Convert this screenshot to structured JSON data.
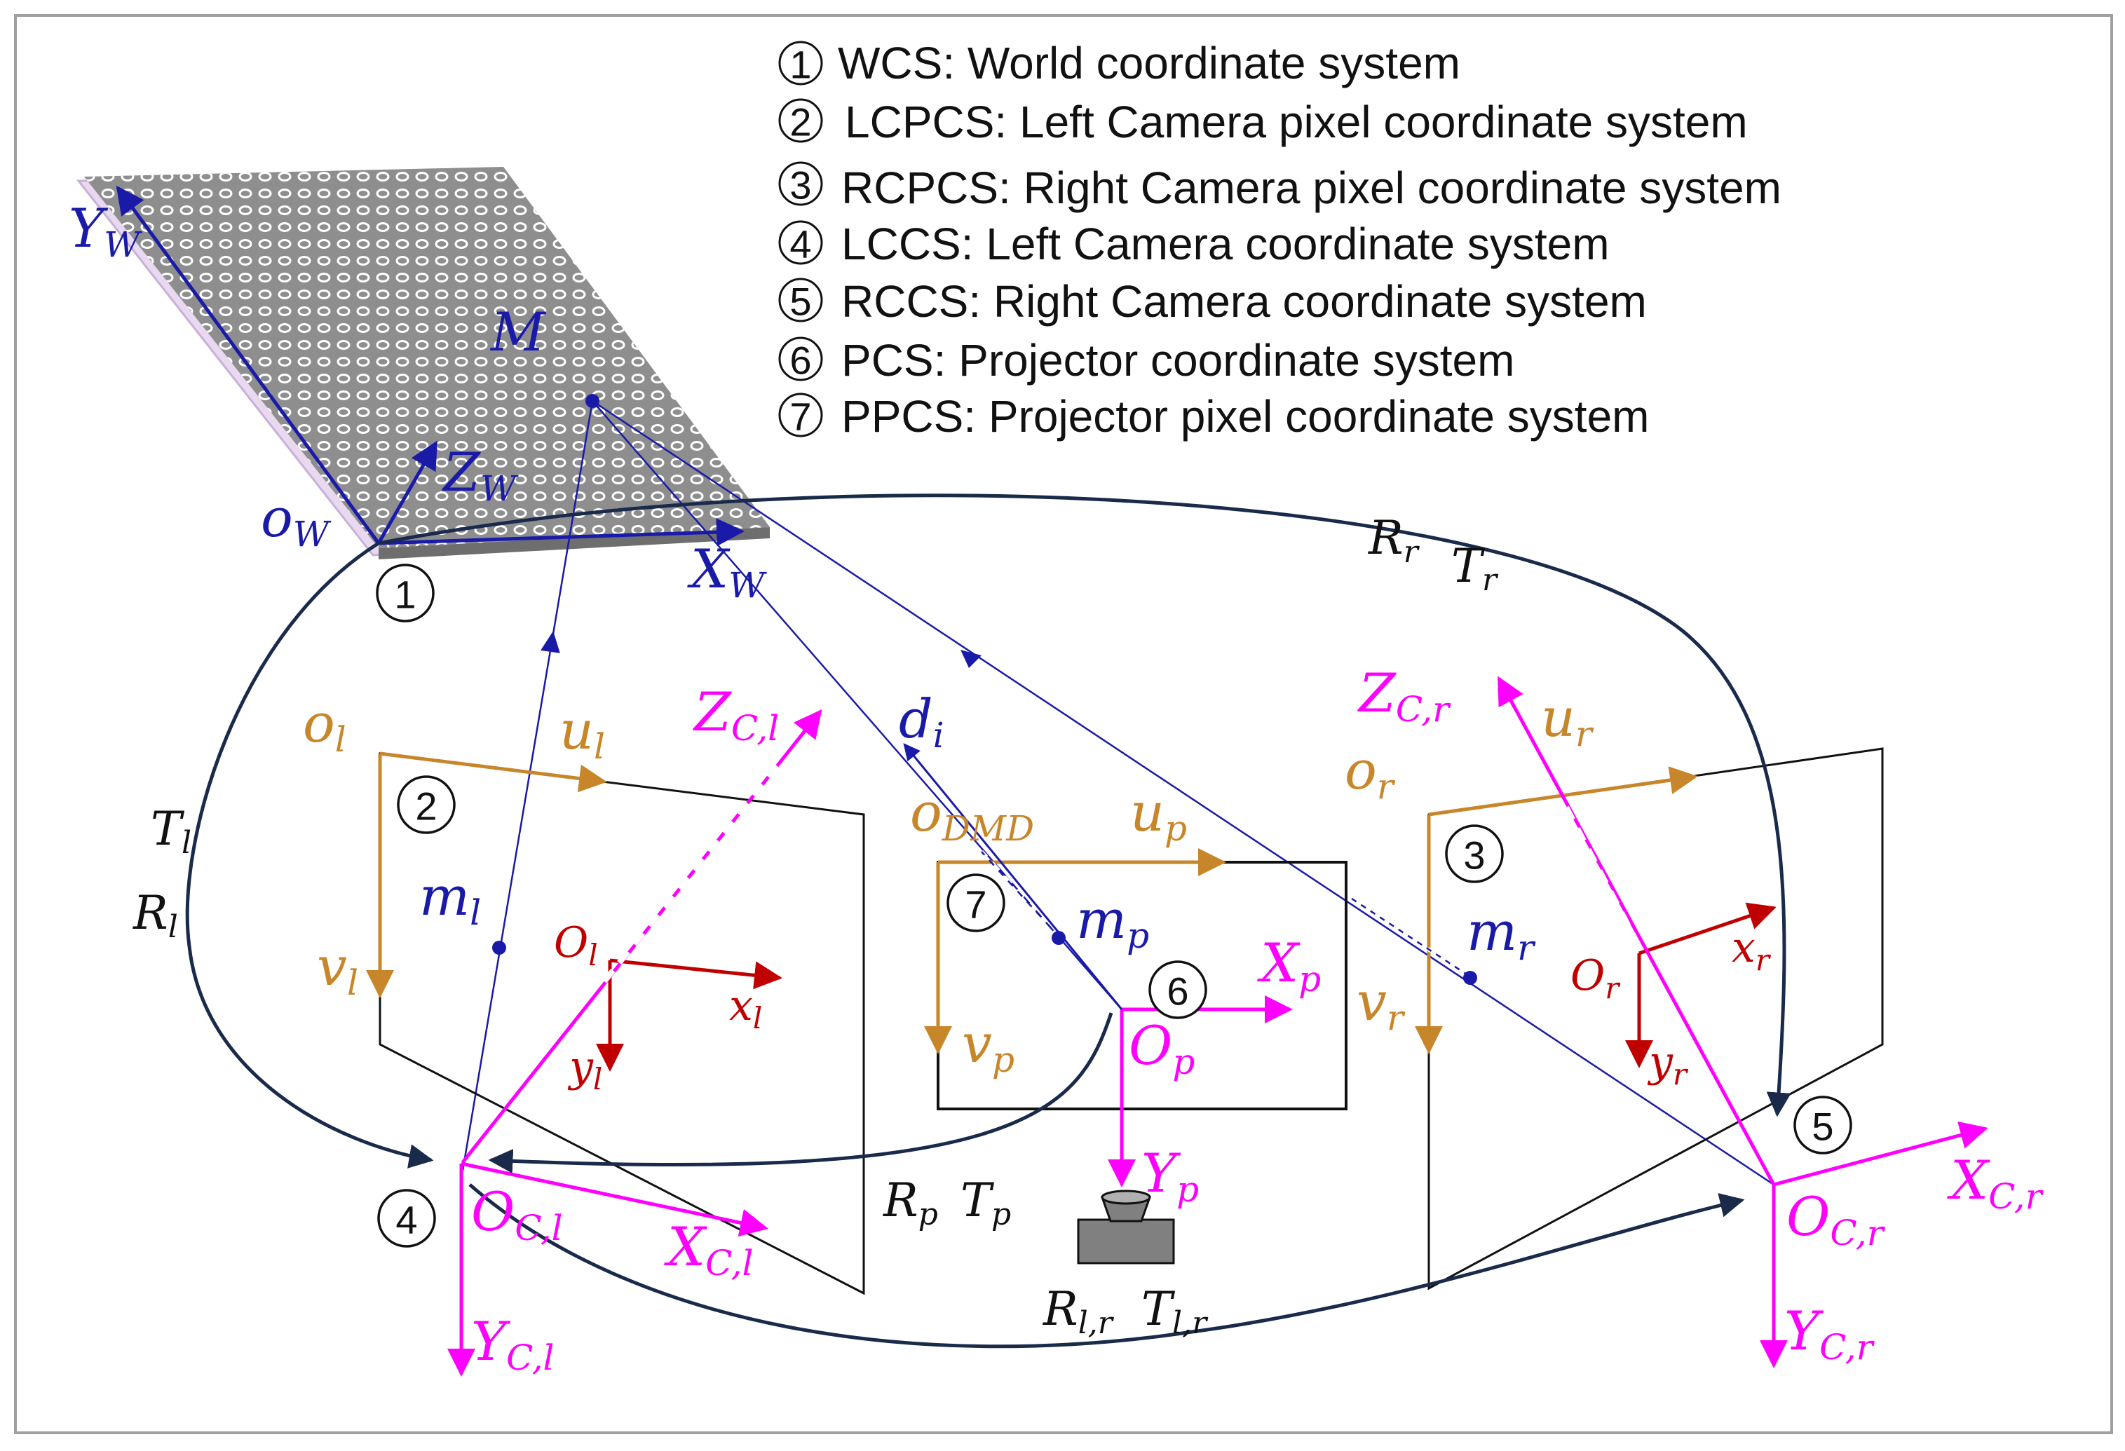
{
  "legend": [
    {
      "num": "1",
      "abbr": "WCS",
      "text": "World coordinate system"
    },
    {
      "num": "2",
      "abbr": "LCPCS",
      "text": "Left Camera pixel coordinate system"
    },
    {
      "num": "3",
      "abbr": "RCPCS",
      "text": "Right Camera pixel coordinate system"
    },
    {
      "num": "4",
      "abbr": "LCCS",
      "text": "Left Camera coordinate system"
    },
    {
      "num": "5",
      "abbr": "RCCS",
      "text": "Right Camera coordinate system"
    },
    {
      "num": "6",
      "abbr": "PCS",
      "text": "Projector coordinate system"
    },
    {
      "num": "7",
      "abbr": "PPCS",
      "text": "Projector pixel coordinate system"
    }
  ],
  "markers": [
    "1",
    "2",
    "3",
    "4",
    "5",
    "6",
    "7"
  ],
  "labels": {
    "world": {
      "Yw": "Y",
      "Yw_sub": "W",
      "Zw": "Z",
      "Zw_sub": "W",
      "Xw": "X",
      "Xw_sub": "W",
      "ow": "o",
      "ow_sub": "W",
      "M": "M"
    },
    "left_image": {
      "ol": "o",
      "ol_sub": "l",
      "ul": "u",
      "ul_sub": "l",
      "vl": "v",
      "vl_sub": "l",
      "ml": "m",
      "ml_sub": "l",
      "Ol": "O",
      "Ol_sub": "l",
      "xl": "x",
      "xl_sub": "l",
      "yl": "y",
      "yl_sub": "l"
    },
    "left_camera": {
      "ZCl": "Z",
      "ZCl_sub": "C,l",
      "OCl": "O",
      "OCl_sub": "C,l",
      "XCl": "X",
      "XCl_sub": "C,l",
      "YCl": "Y",
      "YCl_sub": "C,l"
    },
    "projector": {
      "oDMD": "o",
      "oDMD_sub": "DMD",
      "up": "u",
      "up_sub": "p",
      "vp": "v",
      "vp_sub": "p",
      "mp": "m",
      "mp_sub": "p",
      "Xp": "X",
      "Xp_sub": "p",
      "Op": "O",
      "Op_sub": "p",
      "Yp": "Y",
      "Yp_sub": "p",
      "di": "d",
      "di_sub": "i"
    },
    "right_image": {
      "or": "o",
      "or_sub": "r",
      "ur": "u",
      "ur_sub": "r",
      "vr": "v",
      "vr_sub": "r",
      "mr": "m",
      "mr_sub": "r",
      "Or": "O",
      "Or_sub": "r",
      "xr": "x",
      "xr_sub": "r",
      "yr": "y",
      "yr_sub": "r"
    },
    "right_camera": {
      "ZCr": "Z",
      "ZCr_sub": "C,r",
      "OCr": "O",
      "OCr_sub": "C,r",
      "XCr": "X",
      "XCr_sub": "C,r",
      "YCr": "Y",
      "YCr_sub": "C,r"
    },
    "transforms": {
      "Rr": "R",
      "Rr_sub": "r",
      "Tr": "T",
      "Tr_sub": "r",
      "Tl": "T",
      "Tl_sub": "l",
      "Rl": "R",
      "Rl_sub": "l",
      "Rp": "R",
      "Rp_sub": "p",
      "Tp": "T",
      "Tp_sub": "p",
      "Rlr": "R",
      "Rlr_sub": "l,r",
      "Tlr": "T",
      "Tlr_sub": "l,r"
    }
  },
  "colors": {
    "world": "#1a1aa8",
    "pixel": "#c8862a",
    "camera": "#ff00ff",
    "image_axis": "#c00000",
    "transform": "#1a2a4a",
    "frame": "#111111",
    "border": "#a0a0a0"
  }
}
